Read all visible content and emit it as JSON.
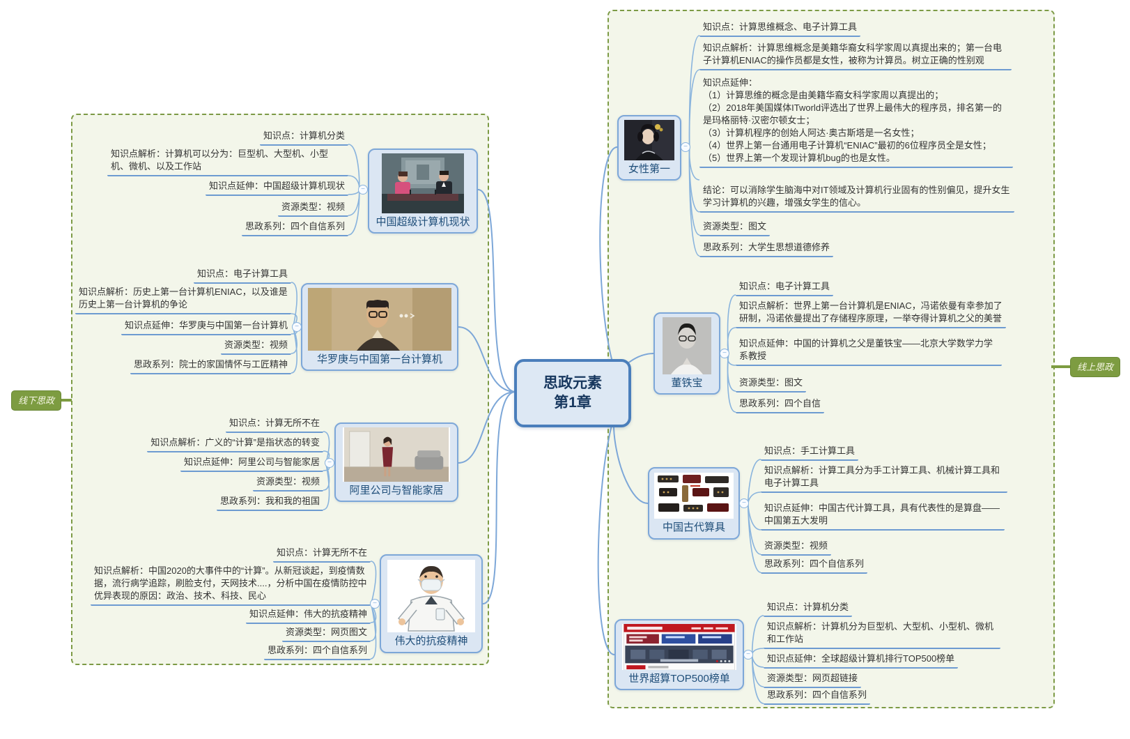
{
  "center": {
    "line1": "思政元素",
    "line2": "第1章"
  },
  "side_labels": {
    "offline": "线下思政",
    "online": "线上思政"
  },
  "left_branches": [
    {
      "title": "中国超级计算机现状",
      "image": "news-studio",
      "items": [
        "知识点：计算机分类",
        "知识点解析：计算机可以分为：巨型机、大型机、小型机、微机、以及工作站",
        "知识点延伸：中国超级计算机现状",
        "资源类型：视频",
        "思政系列：四个自信系列"
      ]
    },
    {
      "title": "华罗庚与中国第一台计算机",
      "image": "vintage-portrait",
      "items": [
        "知识点：电子计算工具",
        "知识点解析：历史上第一台计算机ENIAC，以及谁是历史上第一台计算机的争论",
        "知识点延伸：华罗庚与中国第一台计算机",
        "资源类型：视频",
        "思政系列：院士的家国情怀与工匠精神"
      ]
    },
    {
      "title": "阿里公司与智能家居",
      "image": "smart-home-demo",
      "items": [
        "知识点：计算无所不在",
        "知识点解析：广义的“计算”是指状态的转变",
        "知识点延伸：阿里公司与智能家居",
        "资源类型：视频",
        "思政系列：我和我的祖国"
      ]
    },
    {
      "title": "伟大的抗疫精神",
      "image": "anti-epidemic-doctor",
      "items": [
        "知识点：计算无所不在",
        "知识点解析：中国2020的大事件中的“计算”。从新冠谈起，到疫情数据，流行病学追踪，刷脸支付，天网技术....，分析中国在疫情防控中优异表现的原因：政治、技术、科技、民心",
        "知识点延伸：伟大的抗疫精神",
        "资源类型：网页图文",
        "思政系列：四个自信系列"
      ]
    }
  ],
  "right_branches": [
    {
      "title": "女性第一",
      "image": "ada-lovelace-portrait",
      "items": [
        "知识点：计算思维概念、电子计算工具",
        "知识点解析：计算思维概念是美籍华裔女科学家周以真提出来的；第一台电子计算机ENIAC的操作员都是女性，被称为计算员。树立正确的性别观",
        "知识点延伸：\n（1）计算思维的概念是由美籍华裔女科学家周以真提出的；\n（2）2018年美国媒体ITworld评选出了世界上最伟大的程序员，排名第一的是玛格丽特·汉密尔顿女士；\n（3）计算机程序的创始人阿达·奥古斯塔是一名女性；\n（4）世界上第一台通用电子计算机“ENIAC”最初的6位程序员全是女性；\n（5）世界上第一个发现计算机bug的也是女性。",
        "结论：可以消除学生脑海中对IT领域及计算机行业固有的性别偏见，提升女生学习计算机的兴趣，增强女学生的信心。",
        "资源类型：图文",
        "思政系列：大学生思想道德修养"
      ]
    },
    {
      "title": "董铁宝",
      "image": "dong-tiebao-photo",
      "items": [
        "知识点：电子计算工具",
        "知识点解析：世界上第一台计算机是ENIAC，冯诺依曼有幸参加了研制，冯诺依曼提出了存储程序原理，一举夺得计算机之父的美誉",
        "知识点延伸：中国的计算机之父是董铁宝——北京大学数学力学系教授",
        "资源类型：图文",
        "思政系列：四个自信"
      ]
    },
    {
      "title": "中国古代算具",
      "image": "ancient-calculating-tools",
      "items": [
        "知识点：手工计算工具",
        "知识点解析：计算工具分为手工计算工具、机械计算工具和电子计算工具",
        "知识点延伸：中国古代计算工具，具有代表性的是算盘——中国第五大发明",
        "资源类型：视频",
        "思政系列：四个自信系列"
      ]
    },
    {
      "title": "世界超算TOP500榜单",
      "image": "top500-website",
      "items": [
        "知识点：计算机分类",
        "知识点解析：计算机分为巨型机、大型机、小型机、微机和工作站",
        "知识点延伸：全球超级计算机排行TOP500榜单",
        "资源类型：网页超链接",
        "思政系列：四个自信系列"
      ]
    }
  ]
}
